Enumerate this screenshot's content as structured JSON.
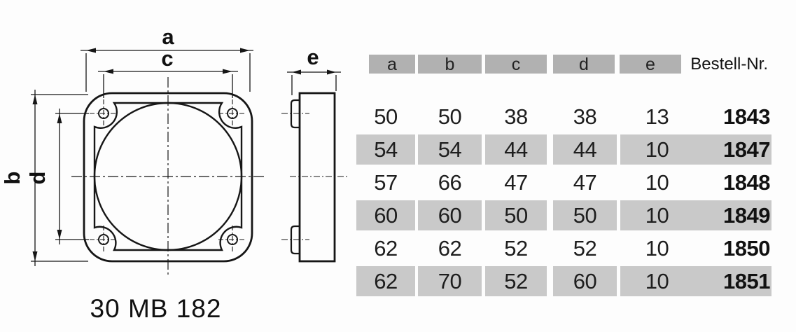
{
  "drawing": {
    "model": "30 MB 182",
    "labels": {
      "a": "a",
      "b": "b",
      "c": "c",
      "d": "d",
      "e": "e"
    }
  },
  "table": {
    "headers": [
      "a",
      "b",
      "c",
      "d",
      "e",
      "Bestell-Nr."
    ],
    "rows": [
      [
        "50",
        "50",
        "38",
        "38",
        "13",
        "1843"
      ],
      [
        "54",
        "54",
        "44",
        "44",
        "10",
        "1847"
      ],
      [
        "57",
        "66",
        "47",
        "47",
        "10",
        "1848"
      ],
      [
        "60",
        "60",
        "50",
        "50",
        "10",
        "1849"
      ],
      [
        "62",
        "62",
        "52",
        "52",
        "10",
        "1850"
      ],
      [
        "62",
        "70",
        "52",
        "60",
        "10",
        "1851"
      ]
    ],
    "shaded_rows": [
      1,
      3,
      5
    ]
  },
  "colors": {
    "header_gray": "#b1b1b1",
    "row_gray": "#c9c9c9",
    "line_black": "#161616"
  }
}
